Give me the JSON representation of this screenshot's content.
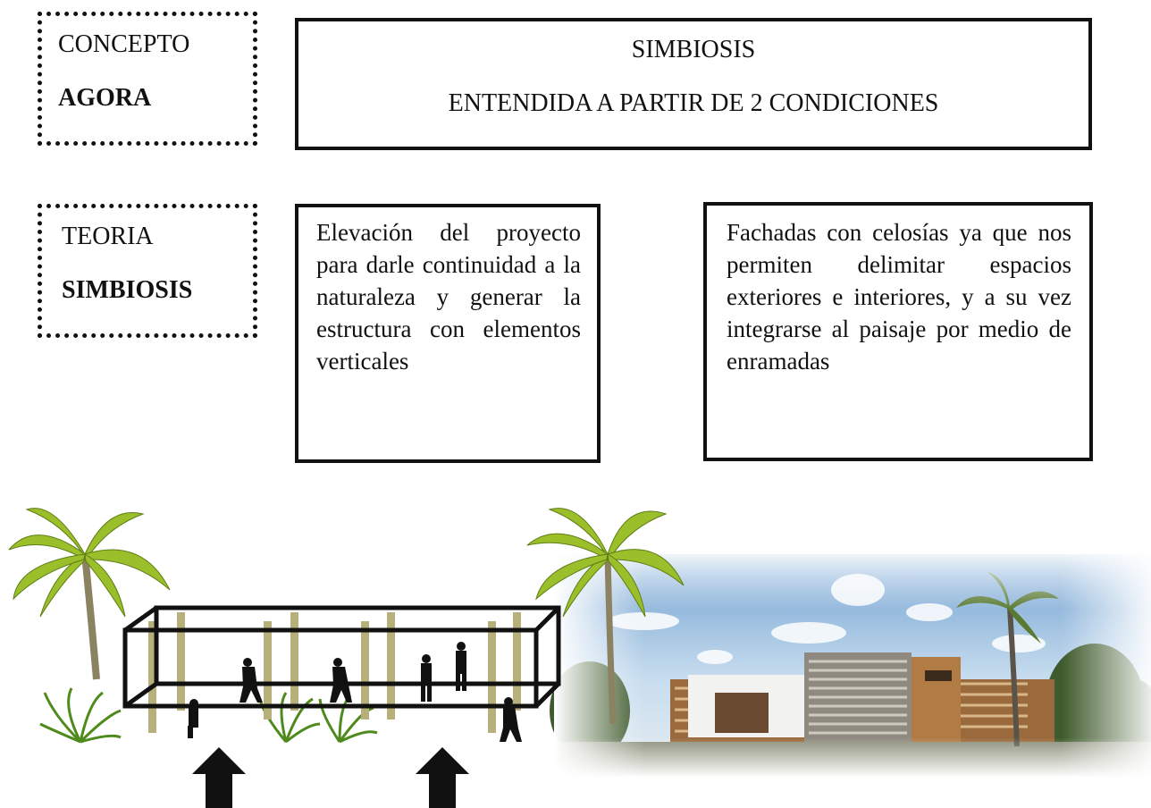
{
  "concept": {
    "label": "CONCEPTO",
    "value": "AGORA"
  },
  "theory": {
    "label": "TEORIA",
    "value": "SIMBIOSIS"
  },
  "header": {
    "title": "SIMBIOSIS",
    "subtitle": "ENTENDIDA A PARTIR DE 2 CONDICIONES"
  },
  "conditions": [
    {
      "text": "Elevación del proyecto para darle continuidad a la naturaleza y generar la estructura con elementos verticales"
    },
    {
      "text": "Fachadas con celosías ya que nos permiten delimitar espacios exteriores e interiores, y a su vez integrarse al paisaje por medio de enramadas"
    }
  ],
  "colors": {
    "ink": "#111111",
    "palm": "#9bbf2a",
    "column": "#b7b07a",
    "sky": "#a9c8e6",
    "facade_wood": "#a0703f"
  },
  "illustration": {
    "left": "elevated-frame-diagram-with-palms-columns-people-arrows",
    "right": "rendered-building-with-latticed-facade-and-trees"
  }
}
